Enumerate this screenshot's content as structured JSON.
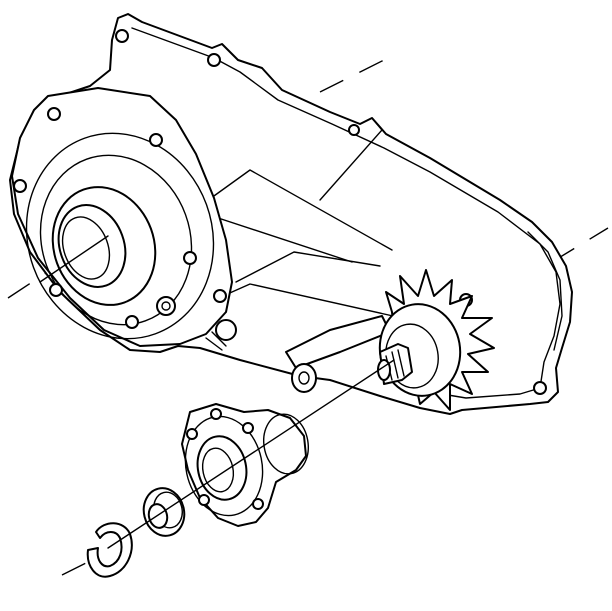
{
  "figure": {
    "type": "exploded-technical-line-drawing",
    "line_color": "#000000",
    "background_color": "#ffffff",
    "parts": [
      "transfer-case-housing",
      "input-bearing-retainer-flange",
      "shaft-seal",
      "snap-ring",
      "output-gear-sprocket"
    ]
  }
}
